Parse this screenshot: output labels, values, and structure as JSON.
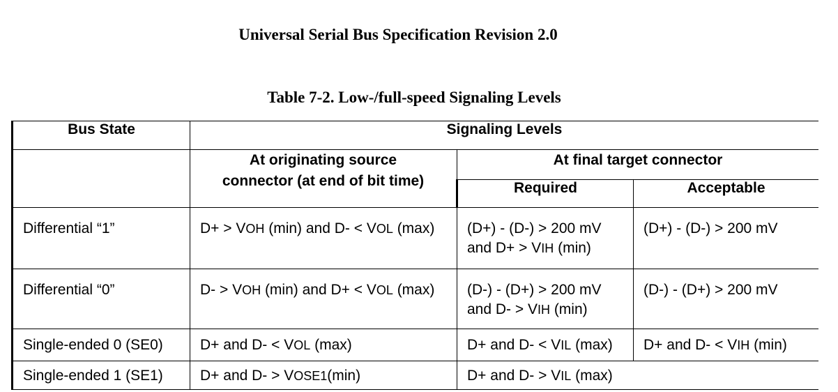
{
  "document": {
    "header": "Universal Serial Bus Specification Revision 2.0",
    "caption": "Table 7-2.  Low-/full-speed Signaling Levels"
  },
  "table": {
    "col_bus_state": "Bus State",
    "col_signaling_levels": "Signaling Levels",
    "col_originating_line1": "At originating source",
    "col_originating_line2": "connector (at end of bit time)",
    "col_final_target": "At final target connector",
    "col_required": "Required",
    "col_acceptable": "Acceptable",
    "rows": [
      {
        "state": "Differential “1”",
        "originating": {
          "a": "D+ > V",
          "a_sub": "OH",
          "b": " (min) and D- < V",
          "b_sub": "OL",
          "c": " (max)"
        },
        "required_line1": "(D+) - (D-) > 200 mV",
        "required_line2": {
          "a": "and D+ > V",
          "a_sub": "IH",
          "b": " (min)"
        },
        "acceptable": "(D+) - (D-) > 200 mV"
      },
      {
        "state": "Differential “0”",
        "originating": {
          "a": "D- > V",
          "a_sub": "OH",
          "b": " (min) and D+ < V",
          "b_sub": "OL",
          "c": " (max)"
        },
        "required_line1": "(D-) - (D+) > 200 mV",
        "required_line2": {
          "a": "and D- > V",
          "a_sub": "IH",
          "b": " (min)"
        },
        "acceptable": "(D-) - (D+) > 200 mV"
      },
      {
        "state": "Single-ended 0 (SE0)",
        "originating": {
          "a": "D+ and D- < V",
          "a_sub": "OL",
          "b": " (max)"
        },
        "required": {
          "a": "D+ and D- < V",
          "a_sub": "IL",
          "b": " (max)"
        },
        "acceptable": {
          "a": "D+ and D- < V",
          "a_sub": "IH",
          "b": " (min)"
        }
      },
      {
        "state": "Single-ended 1 (SE1)",
        "originating": {
          "a": "D+ and D- > V",
          "a_sub": "OSE1",
          "b": "(min)"
        },
        "required": {
          "a": "D+ and D- > V",
          "a_sub": "IL",
          "b": " (max)"
        }
      }
    ]
  }
}
